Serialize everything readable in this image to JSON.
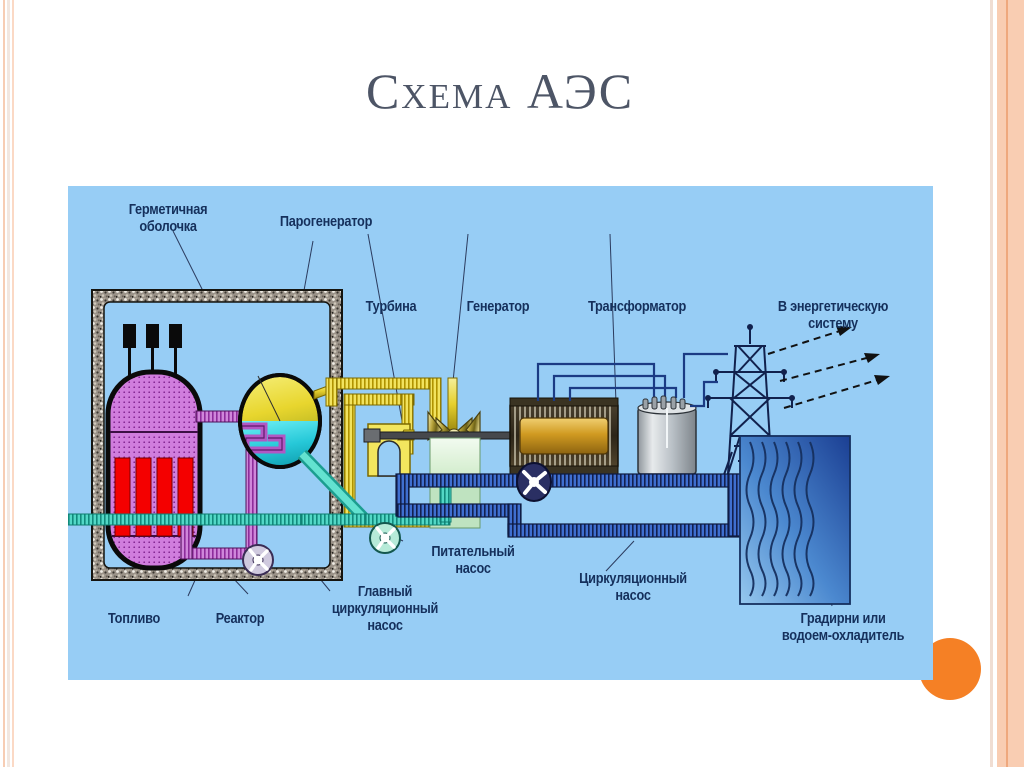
{
  "slide": {
    "title": "Схема АЭС",
    "background_color": "#ffffff",
    "panel_color": "#97cdf5",
    "title_color": "#4d5566",
    "accent_color": "#f58025",
    "stripe_color": "#f9cdb2"
  },
  "diagram": {
    "type": "nuclear-power-plant-schematic",
    "labels": {
      "containment": "Герметичная\nоболочка",
      "steam_generator": "Парогенератор",
      "turbine": "Турбина",
      "generator": "Генератор",
      "transformer": "Трансформатор",
      "to_grid": "В энергетическую\nсистему",
      "fuel": "Топливо",
      "reactor": "Реактор",
      "main_circulation_pump": "Главный\nциркуляционный\nнасос",
      "feed_pump": "Питательный\nнасос",
      "circulation_pump": "Циркуляционный\nнасос",
      "cooling_towers": "Градирни или\nводоем-охладитель"
    },
    "colors": {
      "primary_loop": "#c86fd2",
      "steam_line": "#e8d43c",
      "feedwater_line": "#38c9b6",
      "cooling_water": "#2a4fa8",
      "reactor_vessel": "#d77fe0",
      "fuel_rods": "#f40000",
      "steam_generator_top": "#e0d02c",
      "steam_generator_bottom": "#3ad2e0",
      "containment_wall": "#8a8278",
      "transformer_body": "#c9cdd2",
      "tower_line": "#11214d",
      "pond_water": "#2f63b5",
      "condenser": "#c8e6c0",
      "generator_rotor": "#d49a26"
    },
    "components": [
      "containment-building",
      "reactor-vessel",
      "control-rod-drives",
      "fuel-rods",
      "steam-generator",
      "main-circulation-pump",
      "steam-line",
      "turbine",
      "condenser",
      "feed-pump",
      "generator",
      "transformer",
      "transmission-tower",
      "circulation-pump",
      "cooling-pond",
      "grid-arrows"
    ]
  }
}
